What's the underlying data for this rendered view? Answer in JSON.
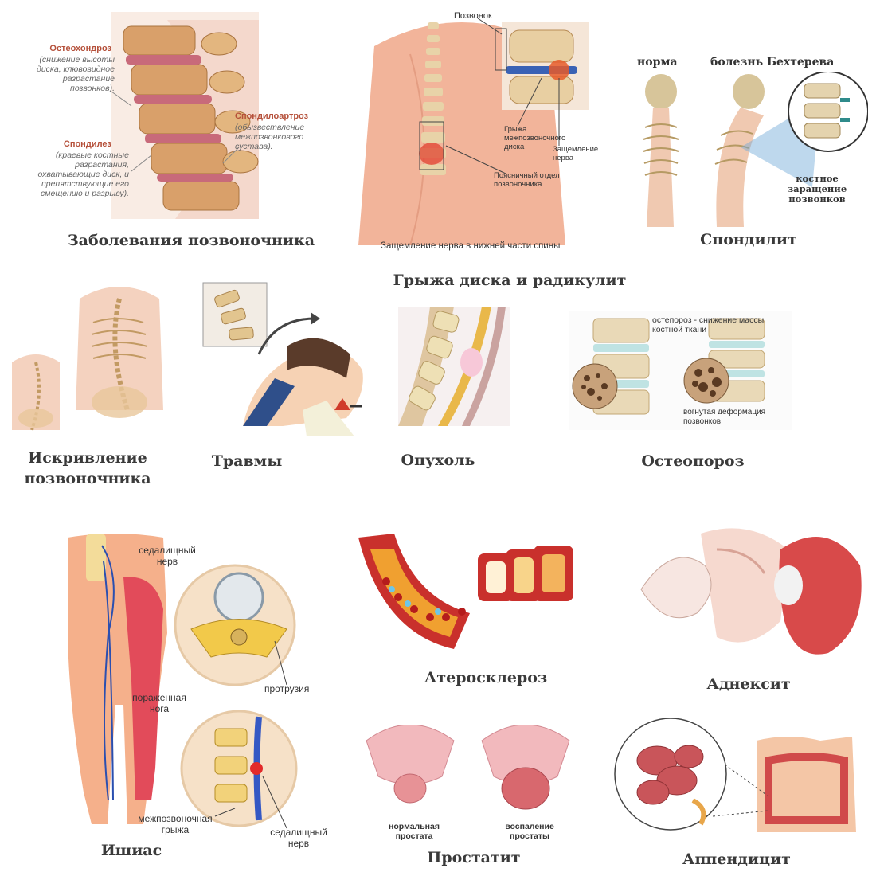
{
  "panels": {
    "spine_diseases": {
      "caption": "Заболевания позвоночника",
      "osteochondrosis_title": "Остеохондроз",
      "osteochondrosis_desc": "(снижение высоты диска, клювовидное разрастание позвонков).",
      "spondylosis_title": "Спондилез",
      "spondylosis_desc": "(краевые костные разрастания, охватывающие диск, и препятствующие его смещению и разрыву).",
      "spondyloarthrosis_title": "Спондилоартроз",
      "spondyloarthrosis_desc": "(обызвествление межпозвонкового сустава)."
    },
    "hernia": {
      "caption": "Грыжа диска и радикулит",
      "label_vertebra": "Позвонок",
      "label_hernia": "Грыжа межпозвоночного диска",
      "label_pinch": "Защемление нерва",
      "label_lumbar": "Поясничный отдел позвоночника",
      "label_bottom": "Защемление нерва в нижней части спины"
    },
    "spondylitis": {
      "caption": "Спондилит",
      "label_norm": "норма",
      "label_bekhterev": "болезнь Бехтерева",
      "label_fusion": "костное заращение позвонков"
    },
    "curvature": {
      "caption": "Искривление позвоночника"
    },
    "injuries": {
      "caption": "Травмы"
    },
    "tumor": {
      "caption": "Опухоль"
    },
    "osteoporosis": {
      "caption": "Остеопороз",
      "label_top": "остепороз - снижение массы костной ткани",
      "label_bottom": "вогнутая деформация позвонков"
    },
    "sciatica": {
      "caption": "Ишиас",
      "label_nerve": "седалищный нерв",
      "label_leg": "пораженная нога",
      "label_protrusion": "протрузия",
      "label_hernia": "межпозвоночная грыжа",
      "label_nerve2": "седалищный нерв"
    },
    "atherosclerosis": {
      "caption": "Атеросклероз"
    },
    "adnexitis": {
      "caption": "Аднексит"
    },
    "prostatitis": {
      "caption": "Простатит",
      "label_normal": "нормальная простата",
      "label_inflamed": "воспаление простаты"
    },
    "appendicitis": {
      "caption": "Аппендицит"
    }
  },
  "colors": {
    "skin": "#f2b49a",
    "bone": "#e9c48a",
    "disc": "#c86a7a",
    "blood": "#c9302c",
    "nerve": "#2a4fb0",
    "text": "#3a3a3a"
  }
}
